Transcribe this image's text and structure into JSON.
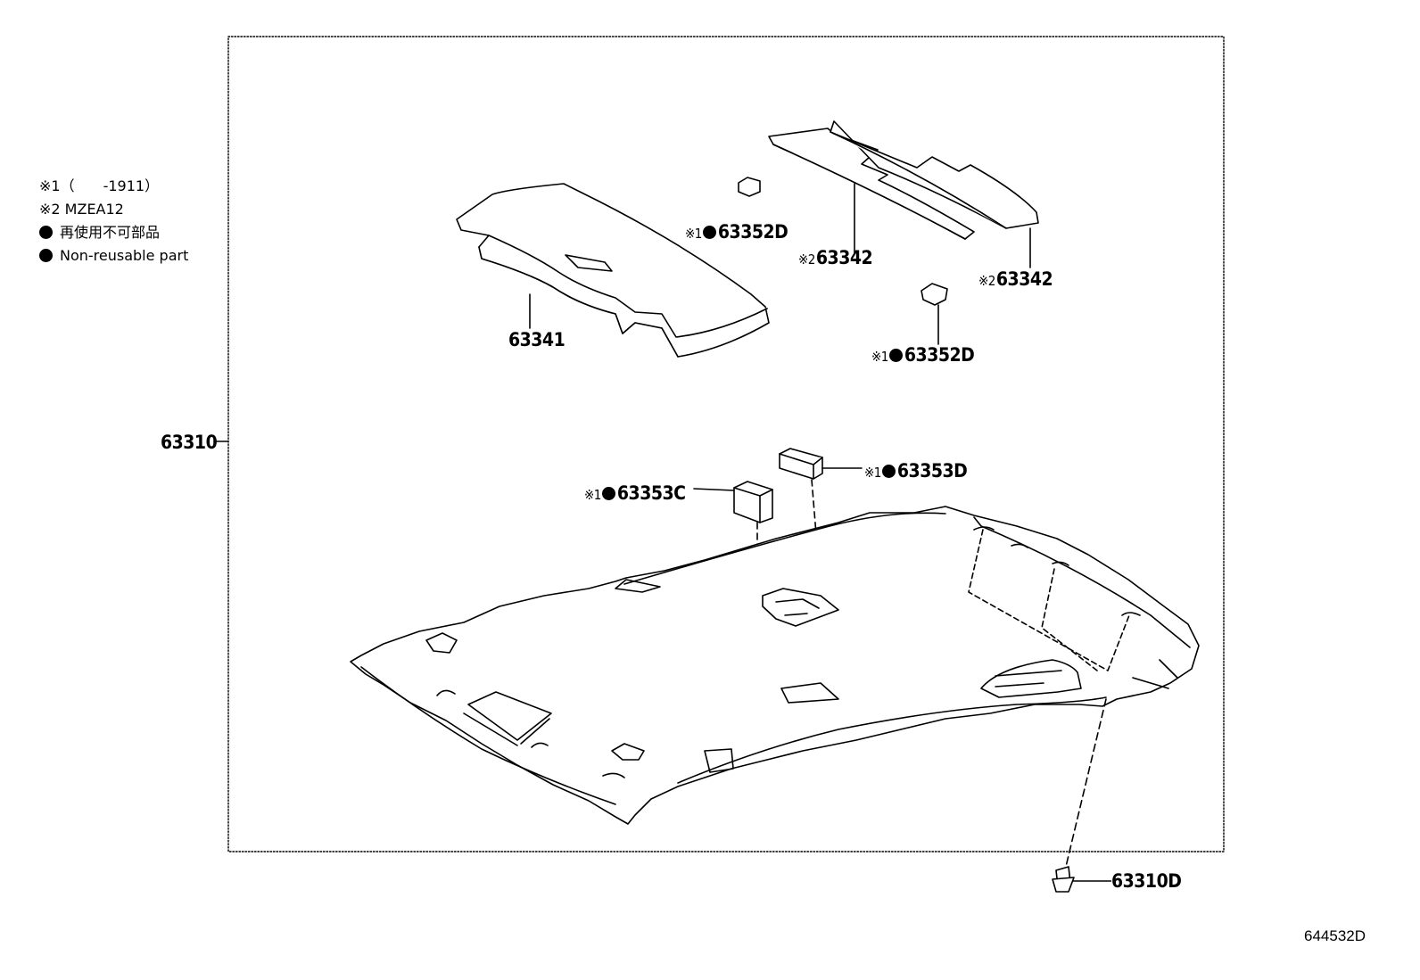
{
  "legend": {
    "note1": "※1（　　-1911）",
    "note2": "※2  MZEA12",
    "nonreusable_jp": "再使用不可部品",
    "nonreusable_en": "Non-reusable part"
  },
  "callouts": {
    "headliner": "63310",
    "pad_front": "63341",
    "pad_small_1": {
      "mark": "※1",
      "part": "63352D"
    },
    "pad_long_1": {
      "mark": "※2",
      "part": "63342"
    },
    "pad_long_2": {
      "mark": "※2",
      "part": "63342"
    },
    "pad_small_2": {
      "mark": "※1",
      "part": "63352D"
    },
    "block_c": {
      "mark": "※1",
      "part": "63353C"
    },
    "block_d": {
      "mark": "※1",
      "part": "63353D"
    },
    "clip": "63310D"
  },
  "drawing_code": "644532D",
  "colors": {
    "line": "#000000",
    "background": "#ffffff"
  }
}
